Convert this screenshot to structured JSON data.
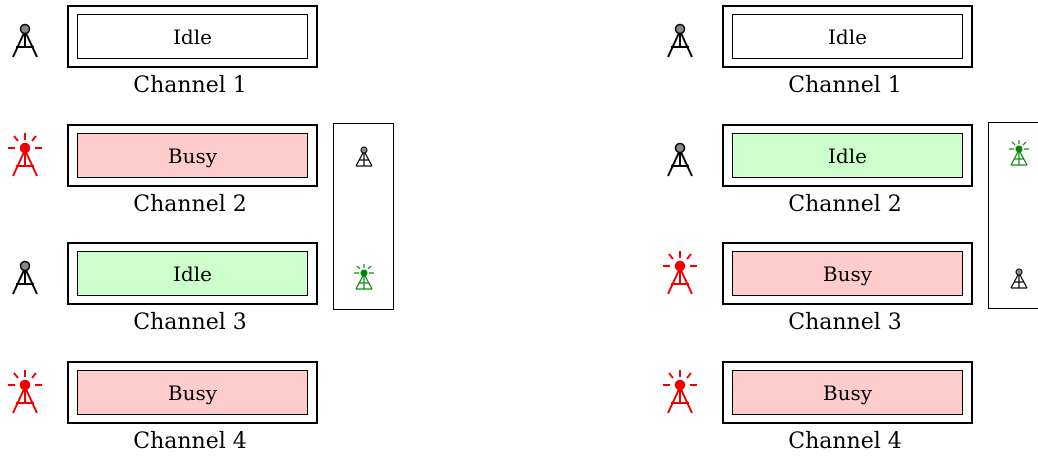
{
  "colors": {
    "idle_antenna": "#000000",
    "busy_antenna": "#ee0000",
    "idle_bar_white": "#ffffff",
    "idle_bar_green": "#ccffcc",
    "busy_bar_red": "#ffcccc",
    "tx_antenna_green": "#008800",
    "knob_grey": "#888888"
  },
  "left_diagram": {
    "channels": [
      {
        "label": "Channel 1",
        "status": "Idle",
        "fill": "white",
        "antenna": "idle"
      },
      {
        "label": "Channel 2",
        "status": "Busy",
        "fill": "red",
        "antenna": "busy"
      },
      {
        "label": "Channel 3",
        "status": "Idle",
        "fill": "green",
        "antenna": "idle"
      },
      {
        "label": "Channel 4",
        "status": "Busy",
        "fill": "red",
        "antenna": "busy"
      }
    ],
    "side_panel": {
      "top_icon": "idle-mini",
      "bottom_icon": "transmit-mini"
    }
  },
  "right_diagram": {
    "channels": [
      {
        "label": "Channel 1",
        "status": "Idle",
        "fill": "white",
        "antenna": "idle"
      },
      {
        "label": "Channel 2",
        "status": "Idle",
        "fill": "green",
        "antenna": "idle"
      },
      {
        "label": "Channel 3",
        "status": "Busy",
        "fill": "red",
        "antenna": "busy"
      },
      {
        "label": "Channel 4",
        "status": "Busy",
        "fill": "red",
        "antenna": "busy"
      }
    ],
    "side_panel": {
      "top_icon": "transmit-mini",
      "bottom_icon": "idle-mini"
    }
  }
}
